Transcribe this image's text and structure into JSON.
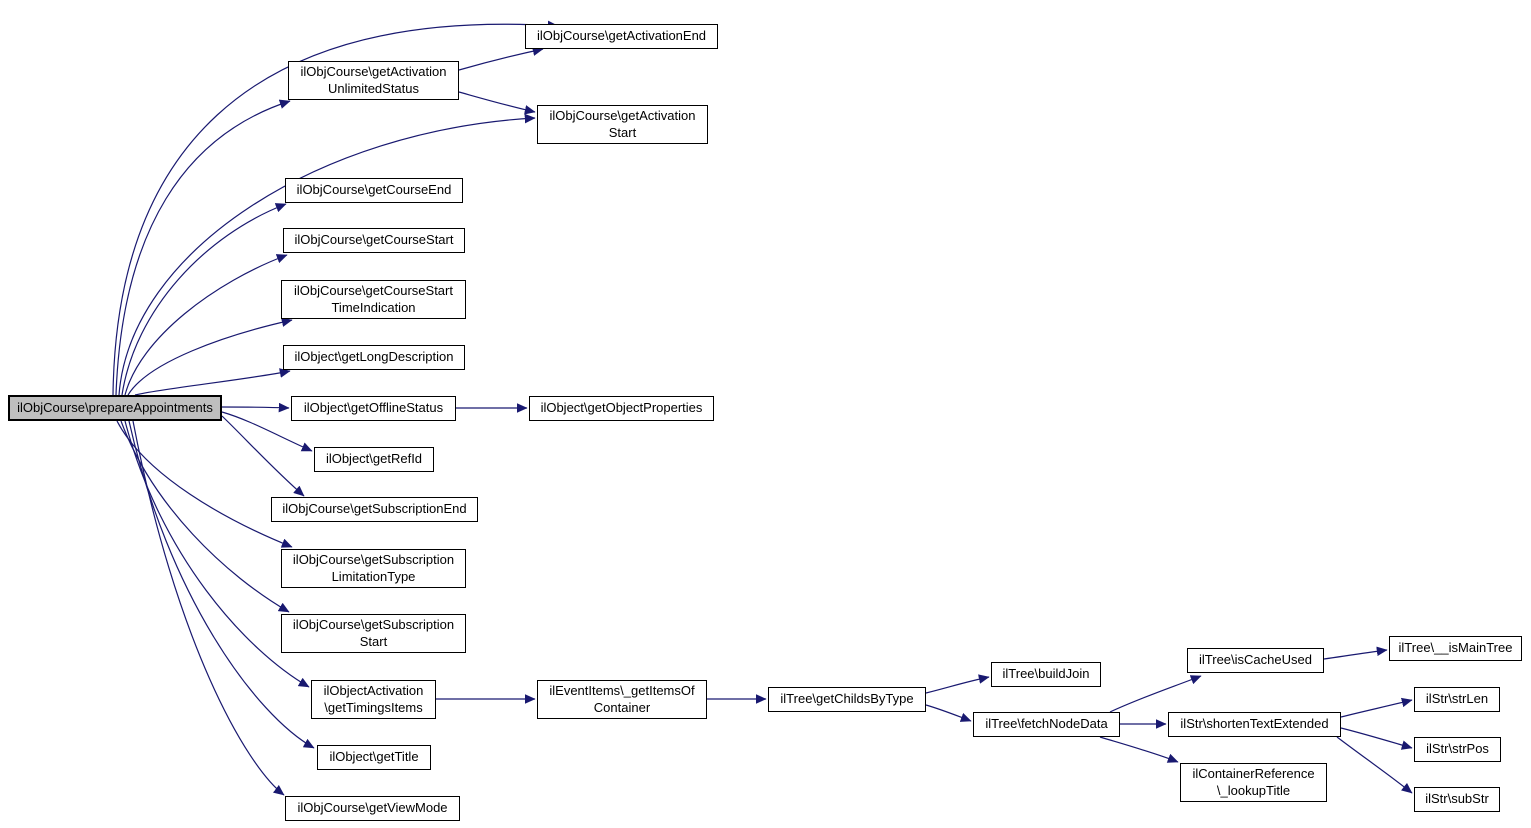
{
  "diagram": {
    "type": "call-graph",
    "nodes": [
      {
        "id": "prepare-appointments",
        "label": "ilObjCourse\\prepareAppointments",
        "variant": "root"
      },
      {
        "id": "get-activation-end",
        "label": "ilObjCourse\\getActivationEnd",
        "variant": "default"
      },
      {
        "id": "get-activation-unlimited-status",
        "label": "ilObjCourse\\getActivation\nUnlimitedStatus",
        "variant": "default"
      },
      {
        "id": "get-activation-start",
        "label": "ilObjCourse\\getActivation\nStart",
        "variant": "default"
      },
      {
        "id": "get-course-end",
        "label": "ilObjCourse\\getCourseEnd",
        "variant": "default"
      },
      {
        "id": "get-course-start",
        "label": "ilObjCourse\\getCourseStart",
        "variant": "default"
      },
      {
        "id": "get-course-start-time-indication",
        "label": "ilObjCourse\\getCourseStart\nTimeIndication",
        "variant": "default"
      },
      {
        "id": "get-long-description",
        "label": "ilObject\\getLongDescription",
        "variant": "default"
      },
      {
        "id": "get-offline-status",
        "label": "ilObject\\getOfflineStatus",
        "variant": "default"
      },
      {
        "id": "get-object-properties",
        "label": "ilObject\\getObjectProperties",
        "variant": "default"
      },
      {
        "id": "get-ref-id",
        "label": "ilObject\\getRefId",
        "variant": "default"
      },
      {
        "id": "get-subscription-end",
        "label": "ilObjCourse\\getSubscriptionEnd",
        "variant": "default"
      },
      {
        "id": "get-subscription-limitation-type",
        "label": "ilObjCourse\\getSubscription\nLimitationType",
        "variant": "default"
      },
      {
        "id": "get-subscription-start",
        "label": "ilObjCourse\\getSubscription\nStart",
        "variant": "default"
      },
      {
        "id": "get-timings-items",
        "label": "ilObjectActivation\n\\getTimingsItems",
        "variant": "default"
      },
      {
        "id": "get-items-of-container",
        "label": "ilEventItems\\_getItemsOf\nContainer",
        "variant": "default"
      },
      {
        "id": "get-title",
        "label": "ilObject\\getTitle",
        "variant": "default"
      },
      {
        "id": "get-view-mode",
        "label": "ilObjCourse\\getViewMode",
        "variant": "default"
      },
      {
        "id": "get-childs-by-type",
        "label": "ilTree\\getChildsByType",
        "variant": "default"
      },
      {
        "id": "build-join",
        "label": "ilTree\\buildJoin",
        "variant": "default"
      },
      {
        "id": "fetch-node-data",
        "label": "ilTree\\fetchNodeData",
        "variant": "default"
      },
      {
        "id": "is-cache-used",
        "label": "ilTree\\isCacheUsed",
        "variant": "default"
      },
      {
        "id": "is-main-tree",
        "label": "ilTree\\__isMainTree",
        "variant": "default"
      },
      {
        "id": "shorten-text-extended",
        "label": "ilStr\\shortenTextExtended",
        "variant": "default"
      },
      {
        "id": "str-len",
        "label": "ilStr\\strLen",
        "variant": "default"
      },
      {
        "id": "str-pos",
        "label": "ilStr\\strPos",
        "variant": "default"
      },
      {
        "id": "lookup-title",
        "label": "ilContainerReference\n\\_lookupTitle",
        "variant": "default"
      },
      {
        "id": "sub-str",
        "label": "ilStr\\subStr",
        "variant": "default"
      }
    ],
    "edges": [
      {
        "from": "prepare-appointments",
        "to": "get-activation-end"
      },
      {
        "from": "prepare-appointments",
        "to": "get-activation-unlimited-status"
      },
      {
        "from": "prepare-appointments",
        "to": "get-activation-start"
      },
      {
        "from": "prepare-appointments",
        "to": "get-course-end"
      },
      {
        "from": "prepare-appointments",
        "to": "get-course-start"
      },
      {
        "from": "prepare-appointments",
        "to": "get-course-start-time-indication"
      },
      {
        "from": "prepare-appointments",
        "to": "get-long-description"
      },
      {
        "from": "prepare-appointments",
        "to": "get-offline-status"
      },
      {
        "from": "prepare-appointments",
        "to": "get-ref-id"
      },
      {
        "from": "prepare-appointments",
        "to": "get-subscription-end"
      },
      {
        "from": "prepare-appointments",
        "to": "get-subscription-limitation-type"
      },
      {
        "from": "prepare-appointments",
        "to": "get-subscription-start"
      },
      {
        "from": "prepare-appointments",
        "to": "get-timings-items"
      },
      {
        "from": "prepare-appointments",
        "to": "get-title"
      },
      {
        "from": "prepare-appointments",
        "to": "get-view-mode"
      },
      {
        "from": "get-activation-unlimited-status",
        "to": "get-activation-end"
      },
      {
        "from": "get-activation-unlimited-status",
        "to": "get-activation-start"
      },
      {
        "from": "get-offline-status",
        "to": "get-object-properties"
      },
      {
        "from": "get-timings-items",
        "to": "get-items-of-container"
      },
      {
        "from": "get-items-of-container",
        "to": "get-childs-by-type"
      },
      {
        "from": "get-childs-by-type",
        "to": "build-join"
      },
      {
        "from": "get-childs-by-type",
        "to": "fetch-node-data"
      },
      {
        "from": "fetch-node-data",
        "to": "is-cache-used"
      },
      {
        "from": "fetch-node-data",
        "to": "shorten-text-extended"
      },
      {
        "from": "fetch-node-data",
        "to": "lookup-title"
      },
      {
        "from": "is-cache-used",
        "to": "is-main-tree"
      },
      {
        "from": "shorten-text-extended",
        "to": "str-len"
      },
      {
        "from": "shorten-text-extended",
        "to": "str-pos"
      },
      {
        "from": "shorten-text-extended",
        "to": "sub-str"
      }
    ]
  },
  "colors": {
    "edge": "#191970",
    "node_fill": "#ffffff",
    "node_border": "#000000",
    "root_fill": "#bfbfbf",
    "text": "#000000",
    "background": "#ffffff"
  }
}
